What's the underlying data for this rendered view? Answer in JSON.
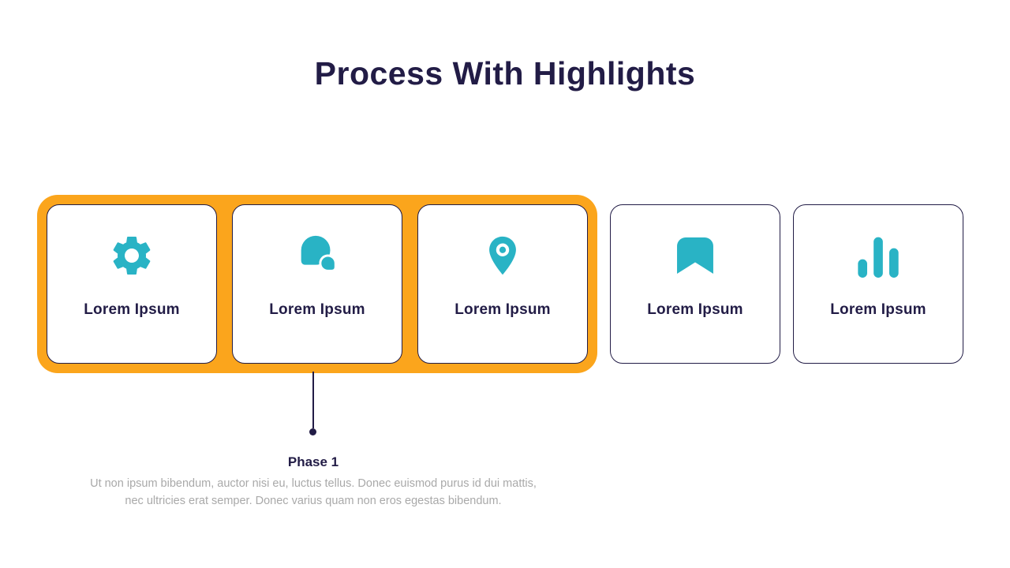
{
  "title": "Process With Highlights",
  "colors": {
    "navy": "#221C46",
    "orange": "#FBA51C",
    "teal": "#29B3C5",
    "muted": "#A9A9A9"
  },
  "cards": [
    {
      "label": "Lorem Ipsum",
      "icon": "gear-icon",
      "highlighted": true
    },
    {
      "label": "Lorem Ipsum",
      "icon": "chat-bubbles-icon",
      "highlighted": true
    },
    {
      "label": "Lorem Ipsum",
      "icon": "location-pin-icon",
      "highlighted": true
    },
    {
      "label": "Lorem Ipsum",
      "icon": "bookmark-icon",
      "highlighted": false
    },
    {
      "label": "Lorem Ipsum",
      "icon": "bar-chart-icon",
      "highlighted": false
    }
  ],
  "phase": {
    "label": "Phase 1",
    "description": "Ut non ipsum bibendum, auctor nisi eu, luctus tellus. Donec euismod purus id dui mattis, nec ultricies erat semper. Donec varius quam non eros egestas bibendum."
  }
}
